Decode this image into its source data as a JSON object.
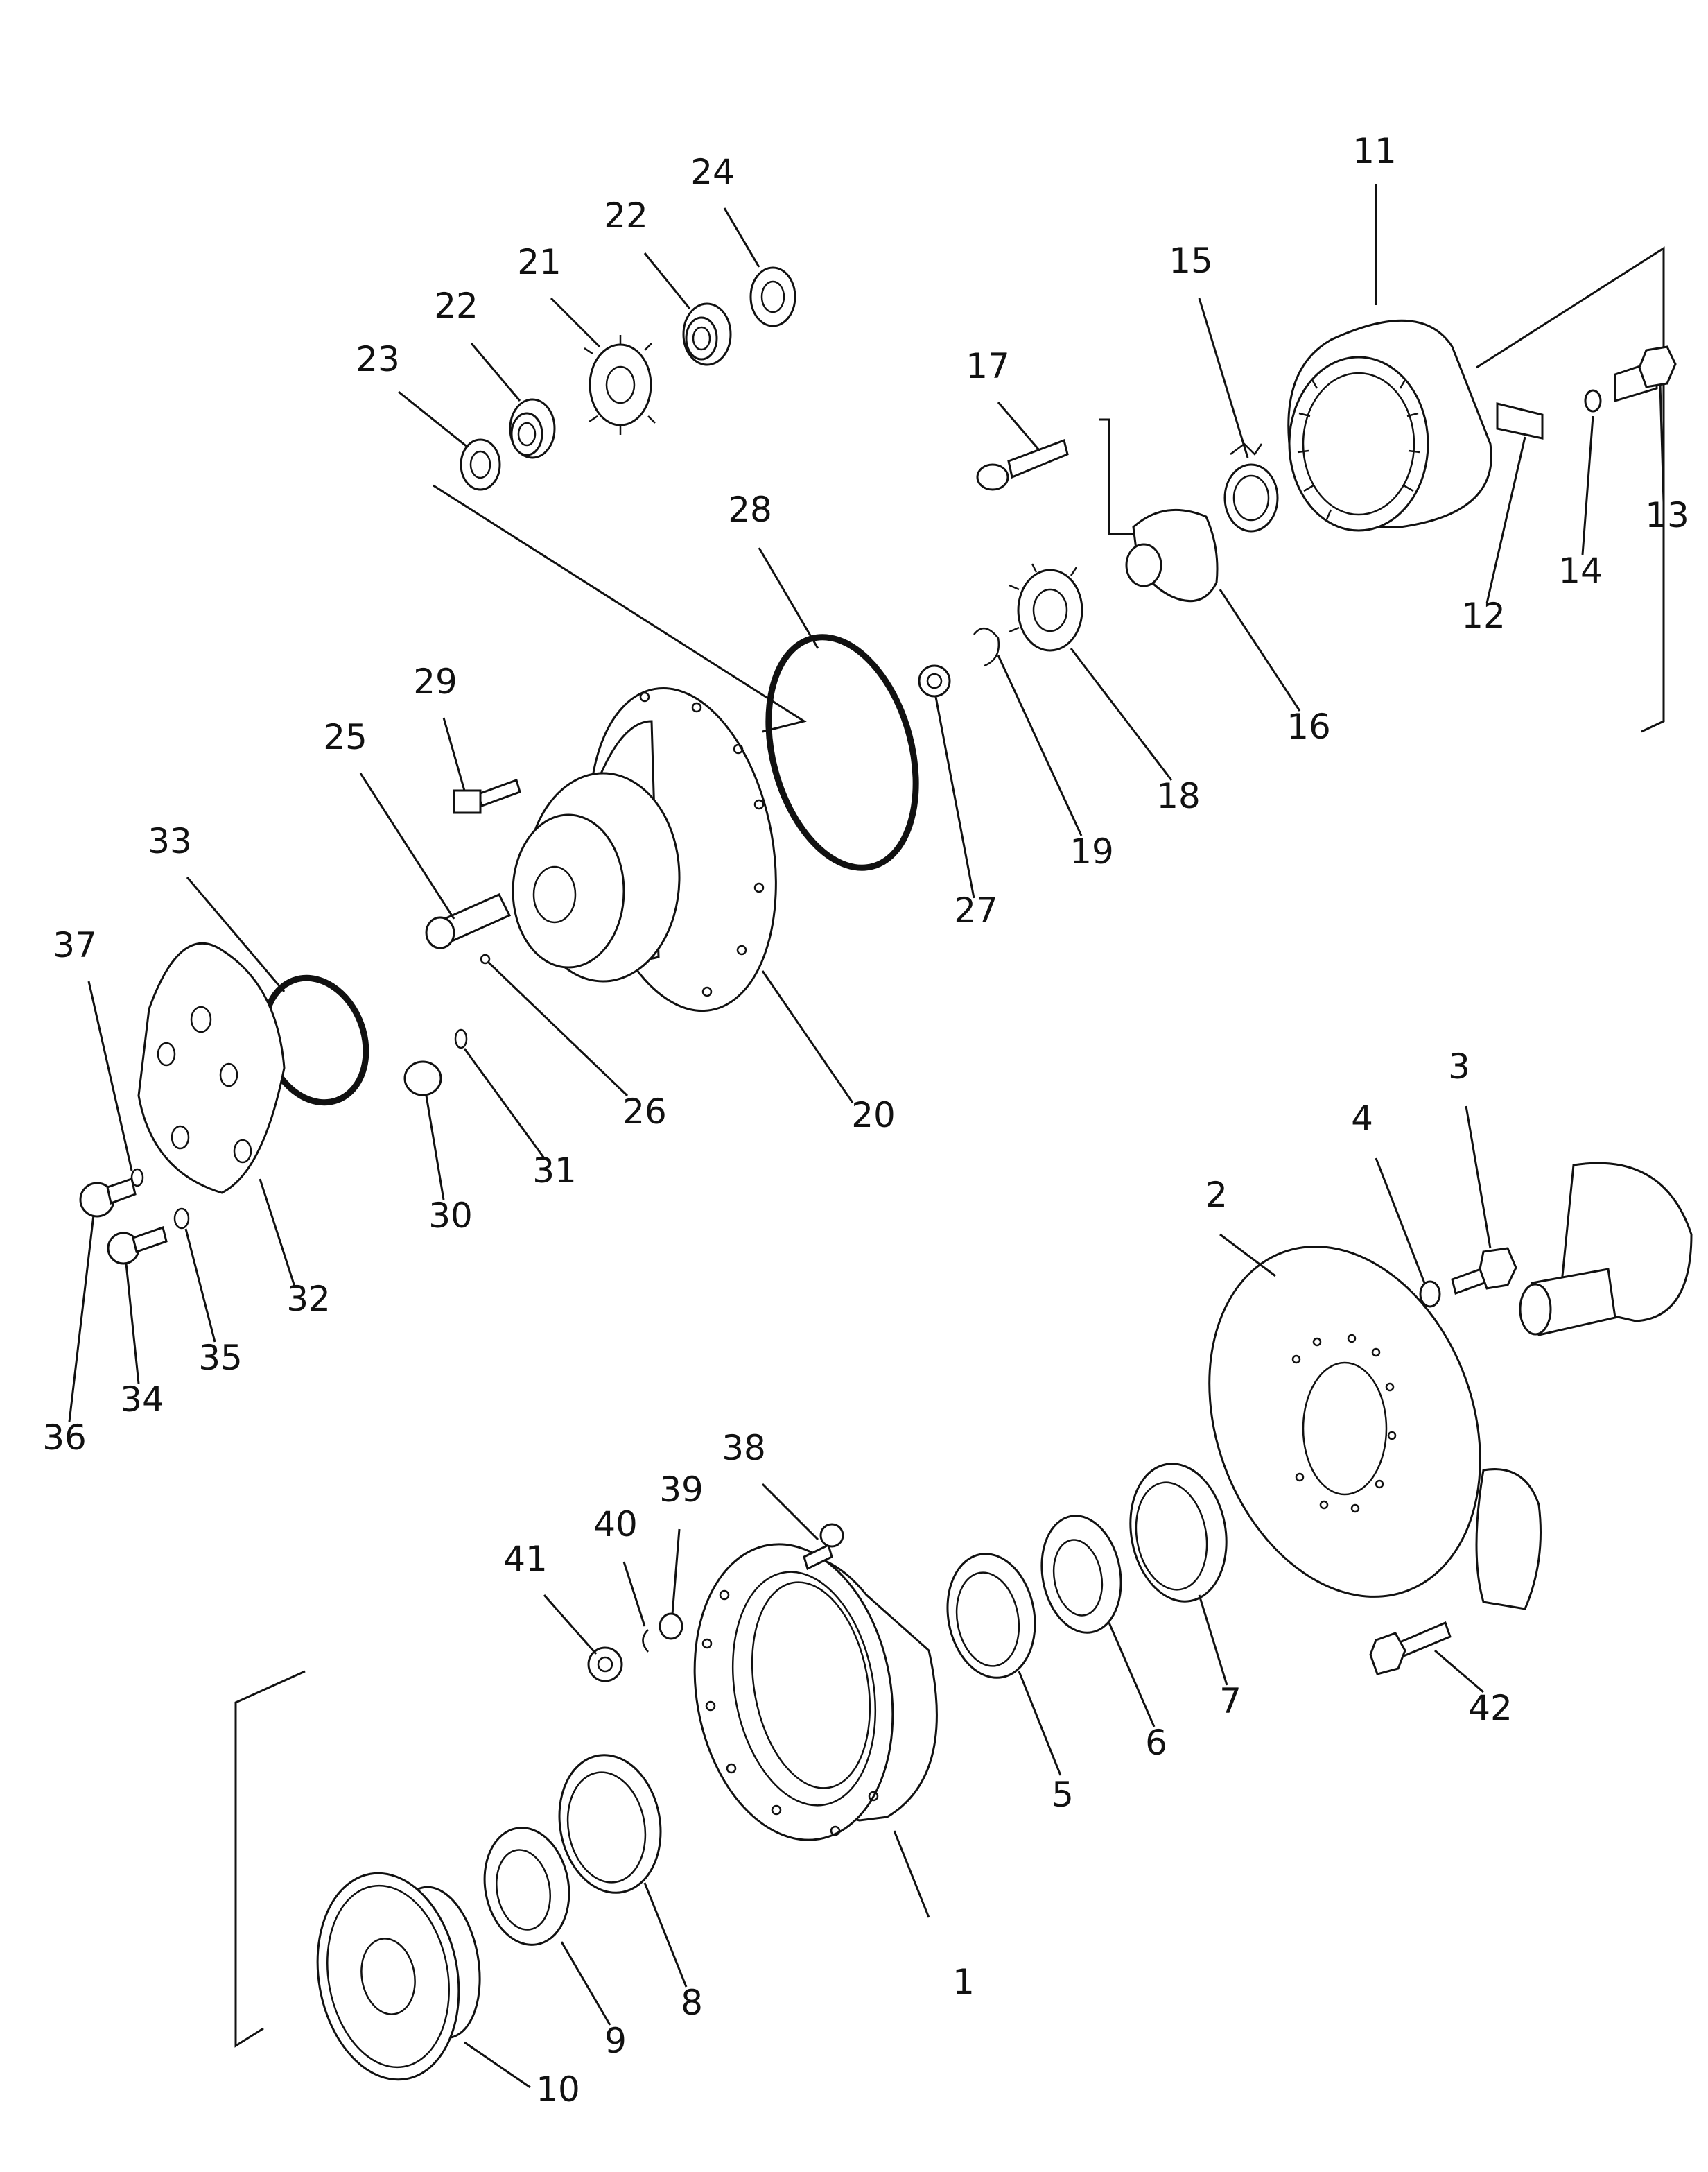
{
  "labels": [
    "1",
    "2",
    "3",
    "4",
    "5",
    "6",
    "7",
    "8",
    "9",
    "10",
    "11",
    "12",
    "13",
    "14",
    "15",
    "16",
    "17",
    "18",
    "19",
    "20",
    "21",
    "22",
    "23",
    "24",
    "25",
    "26",
    "27",
    "28",
    "29",
    "30",
    "31",
    "32",
    "33",
    "34",
    "35",
    "36",
    "37",
    "38",
    "39",
    "40",
    "41",
    "42"
  ],
  "colors": {
    "ink": "#111111",
    "paper": "#ffffff"
  }
}
